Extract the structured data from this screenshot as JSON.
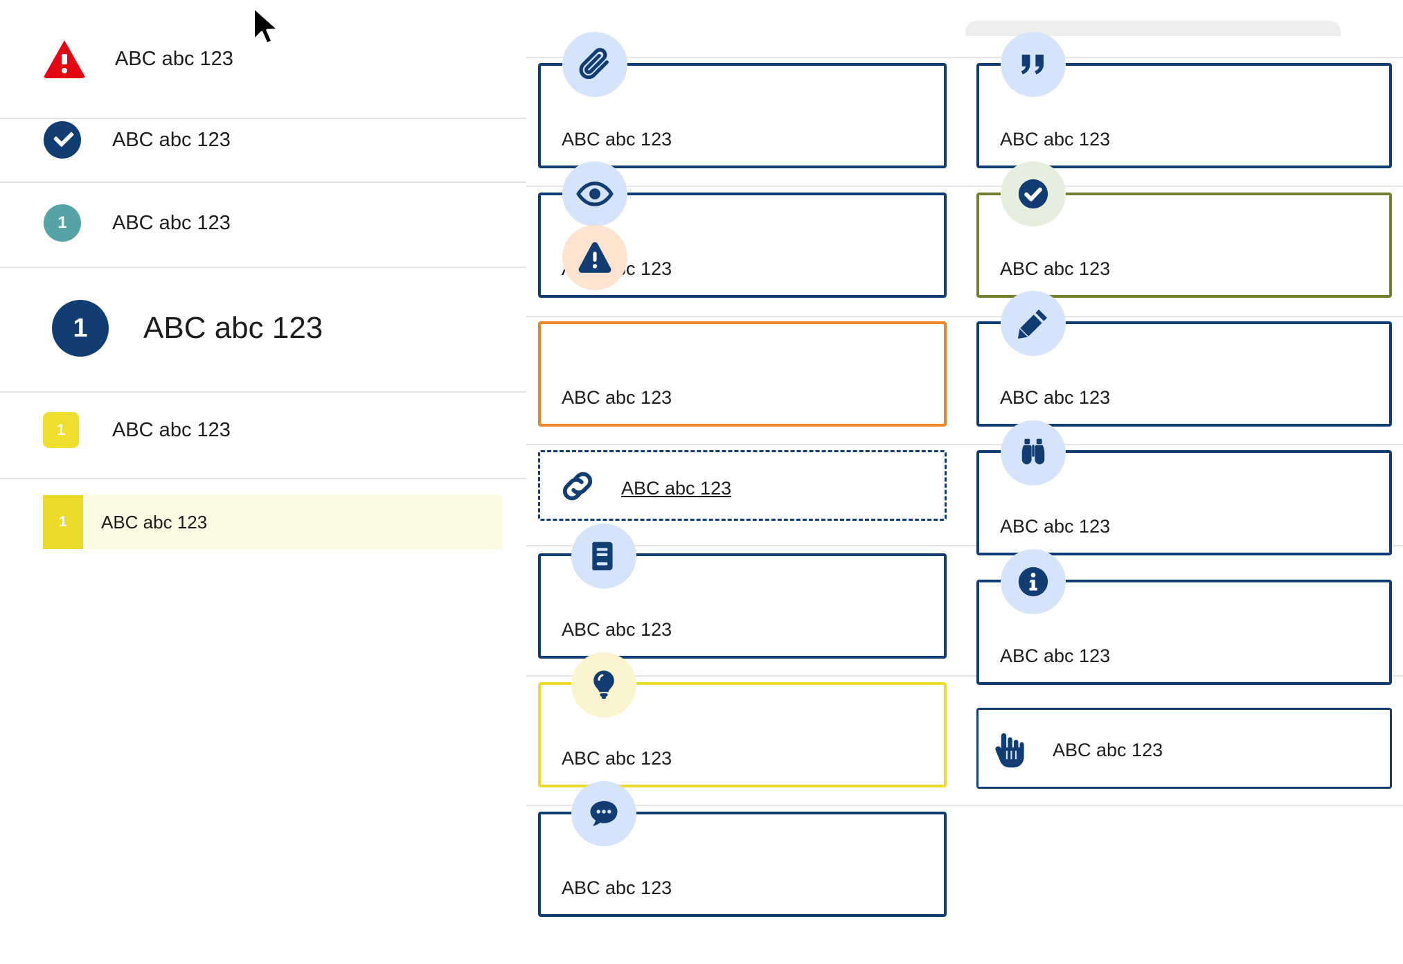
{
  "colors": {
    "navy": "#123d73",
    "red": "#e30613",
    "teal": "#56a3a6",
    "yellow": "#ecda2a",
    "yellow_fill": "#fcfae2",
    "orange": "#e8832a",
    "olive": "#73802f",
    "bubble_blue": "#d6e4fb",
    "bubble_peach": "#fde3d0",
    "bubble_mint": "#e6eedd",
    "bubble_cream": "#fbf4cf",
    "divider": "#e2e2e2"
  },
  "left_column": {
    "rows": [
      {
        "icon": "warning-triangle-icon",
        "label": "ABC abc 123"
      },
      {
        "icon": "check-circle-icon",
        "label": "ABC abc 123"
      },
      {
        "icon": "badge-number-icon",
        "badge": "1",
        "label": "ABC abc 123"
      },
      {
        "icon": "badge-number-icon",
        "badge": "1",
        "label": "ABC abc 123"
      },
      {
        "icon": "badge-number-icon",
        "badge": "1",
        "label": "ABC abc 123"
      }
    ],
    "highlighted_row": {
      "badge": "1",
      "label": "ABC abc 123"
    }
  },
  "middle_column": {
    "cards": [
      {
        "icon": "paperclip-icon",
        "label": "ABC abc 123",
        "border": "navy"
      },
      {
        "icon": "eye-icon",
        "label": "ABC abc 123",
        "border": "navy"
      },
      {
        "icon": "warning-triangle-icon",
        "label": "ABC abc 123",
        "border": "orange"
      },
      {
        "icon": "link-icon",
        "label": "ABC abc 123",
        "border": "dashed-navy"
      },
      {
        "icon": "book-icon",
        "label": "ABC abc 123",
        "border": "navy"
      },
      {
        "icon": "lightbulb-icon",
        "label": "ABC abc 123",
        "border": "yellow"
      },
      {
        "icon": "chat-bubble-icon",
        "label": "ABC abc 123",
        "border": "navy"
      }
    ]
  },
  "right_column": {
    "cards": [
      {
        "icon": "quote-icon",
        "label": "ABC abc 123",
        "border": "navy"
      },
      {
        "icon": "check-circle-icon",
        "label": "ABC abc 123",
        "border": "olive"
      },
      {
        "icon": "pencil-icon",
        "label": "ABC abc 123",
        "border": "navy"
      },
      {
        "icon": "binoculars-icon",
        "label": "ABC abc 123",
        "border": "navy"
      },
      {
        "icon": "info-icon",
        "label": "ABC abc 123",
        "border": "navy"
      },
      {
        "icon": "pointing-hand-icon",
        "label": "ABC abc 123",
        "border": "navy-thin"
      }
    ]
  },
  "cursor": {
    "icon": "mouse-pointer-icon"
  }
}
